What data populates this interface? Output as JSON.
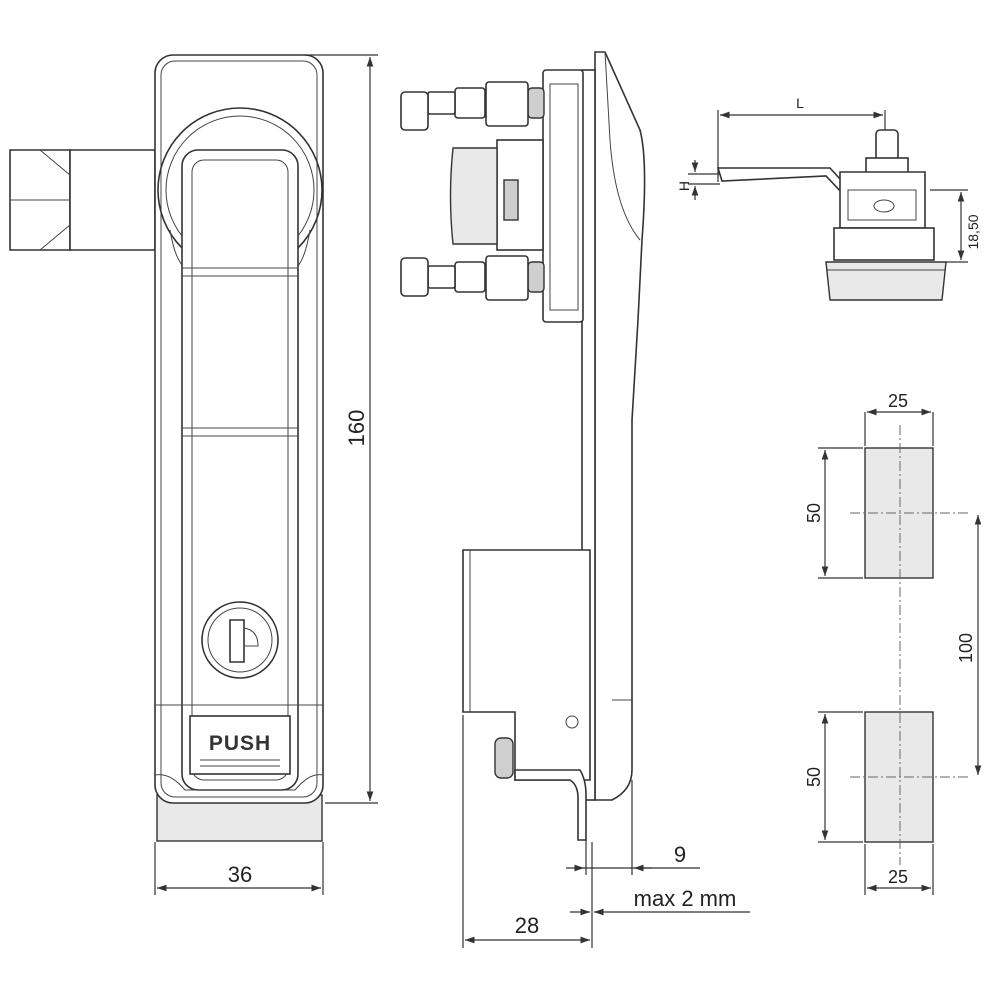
{
  "dimensions": {
    "height_160": "160",
    "width_36": "36",
    "depth_28": "28",
    "offset_9": "9",
    "panel_max": "max 2 mm",
    "lever_length": "L",
    "lever_height": "H",
    "cam_height": "18,50",
    "cutout_width_top": "25",
    "cutout_height_top": "50",
    "cutout_spacing": "100",
    "cutout_height_bottom": "50",
    "cutout_width_bottom": "25"
  },
  "labels": {
    "push": "PUSH"
  }
}
